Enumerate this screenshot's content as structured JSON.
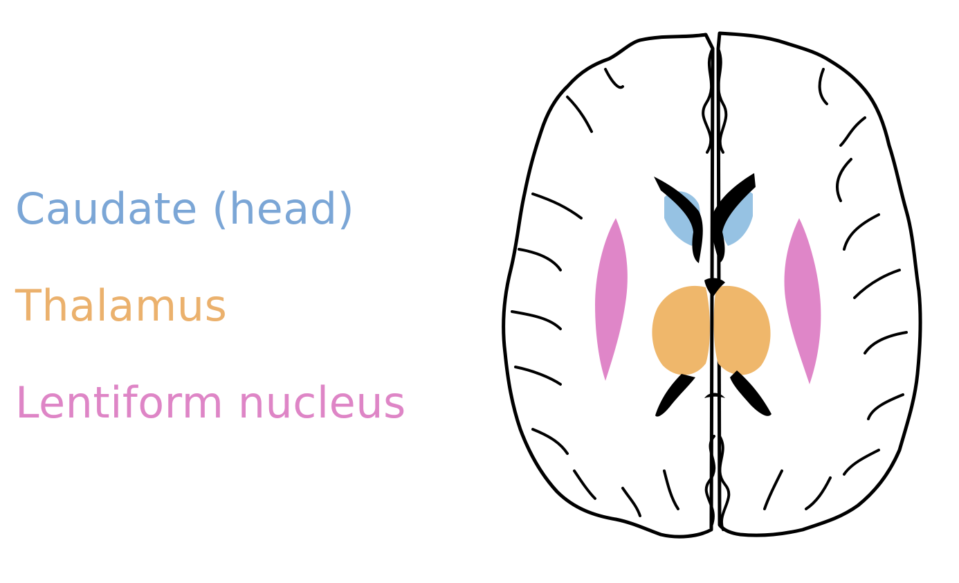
{
  "legend": {
    "items": [
      {
        "label": "Caudate (head)",
        "color": "#7ba6d6"
      },
      {
        "label": "Thalamus",
        "color": "#ebb16d"
      },
      {
        "label": "Lentiform nucleus",
        "color": "#de85c6"
      }
    ]
  },
  "diagram": {
    "outline_color": "#000000",
    "structure_colors": {
      "caudate": "#96c2e3",
      "thalamus": "#efb76b",
      "lentiform": "#df86c8",
      "ventricles": "#000000"
    }
  }
}
